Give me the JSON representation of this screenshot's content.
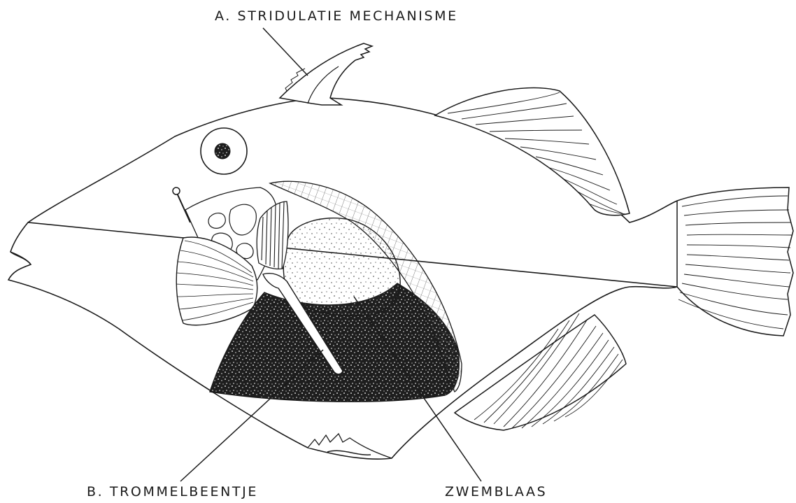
{
  "labels": {
    "stridulation": "A. STRIDULATIE MECHANISME",
    "drumbone": "B. TROMMELBEENTJE",
    "swimbladder": "ZWEMBLAAS"
  },
  "colors": {
    "ink": "#1a1a1a",
    "background": "#ffffff",
    "dark_fill": "#1e1e1e"
  }
}
